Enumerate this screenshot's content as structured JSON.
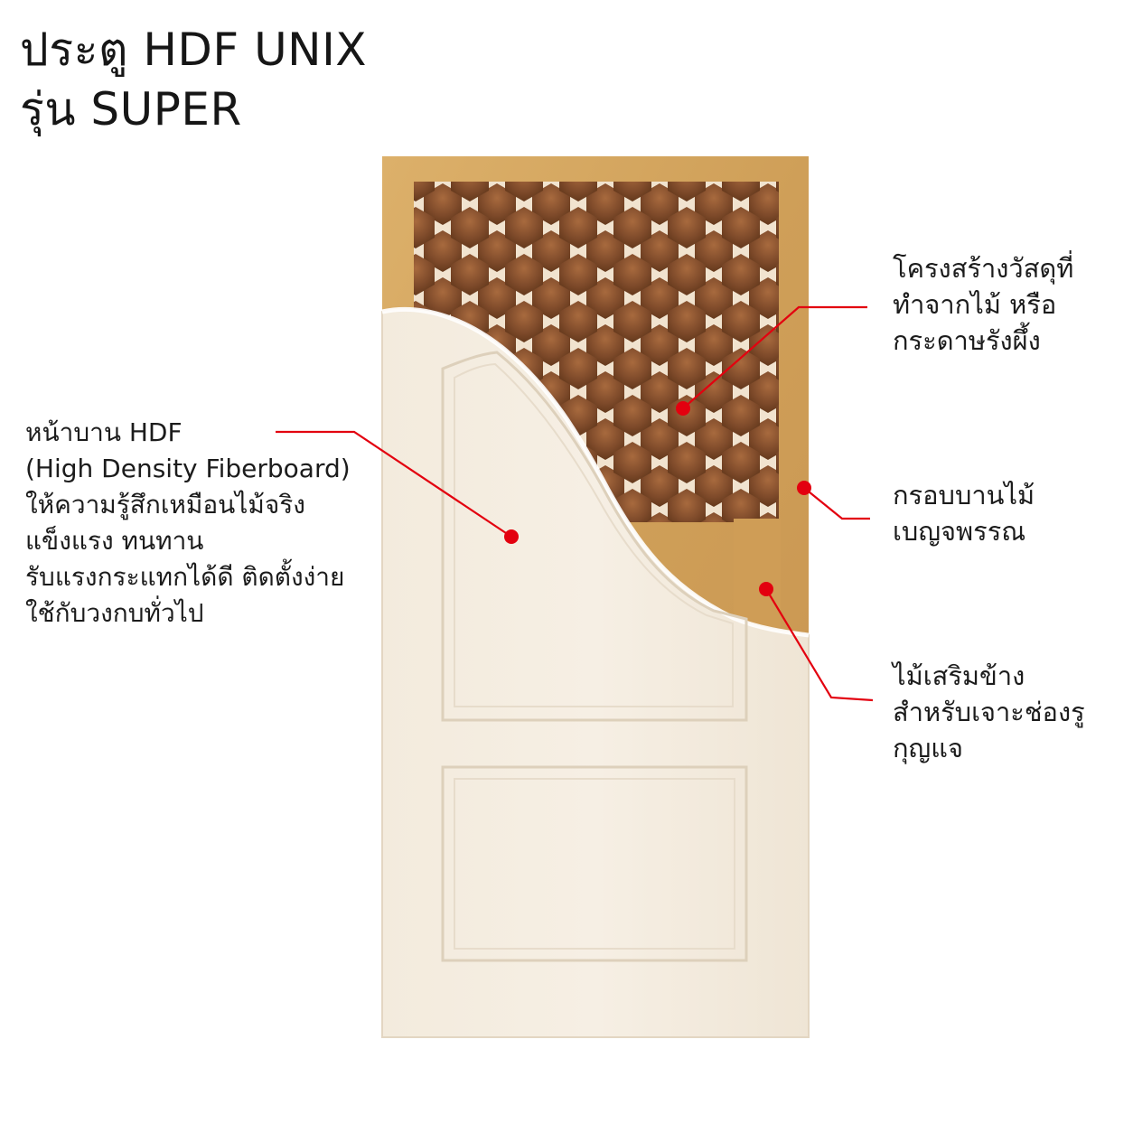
{
  "title": {
    "line1": "ประตู HDF UNIX",
    "line2": "รุ่น SUPER"
  },
  "callouts": {
    "face": {
      "lines": [
        "หน้าบาน HDF",
        "(High Density Fiberboard)",
        "ให้ความรู้สึกเหมือนไม้จริง",
        "แข็งแรง ทนทาน",
        "รับแรงกระแทกได้ดี ติดตั้งง่าย",
        "ใช้กับวงกบทั่วไป"
      ]
    },
    "core": {
      "lines": [
        "โครงสร้างวัสดุที่",
        "ทำจากไม้ หรือ",
        "กระดาษรังผึ้ง"
      ]
    },
    "frame": {
      "lines": [
        "กรอบบานไม้",
        "เบญจพรรณ"
      ]
    },
    "lock_block": {
      "lines": [
        "ไม้เสริมข้าง",
        "สำหรับเจาะช่องรู",
        "กุญแจ"
      ]
    }
  },
  "colors": {
    "callout_red": "#e3000f",
    "door_face": "#f4ece0",
    "wood_frame": "#d2a35c",
    "honeycomb_cell": "#8a5330",
    "honeycomb_wall": "#f1e3cf"
  }
}
